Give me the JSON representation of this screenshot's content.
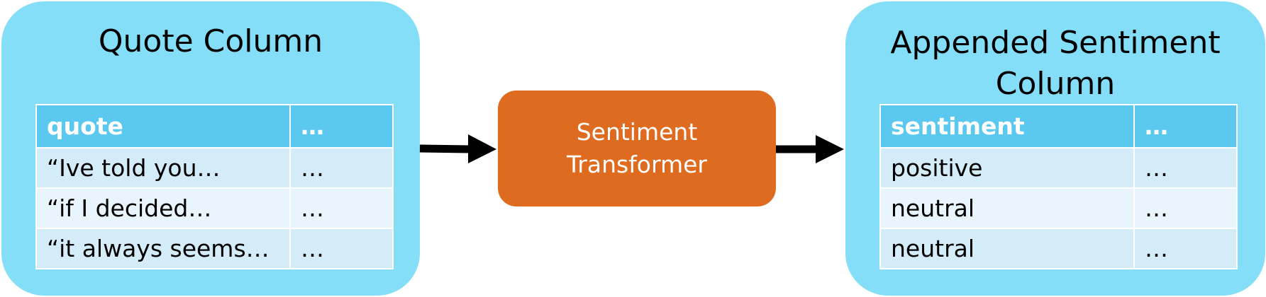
{
  "left_panel": {
    "title": "Quote Column",
    "headers": [
      "quote",
      "…"
    ],
    "rows": [
      [
        "“Ive told you…",
        "…"
      ],
      [
        "“if I decided…",
        "…"
      ],
      [
        "“it always seems…",
        "…"
      ]
    ]
  },
  "transformer": {
    "line1": "Sentiment",
    "line2": "Transformer"
  },
  "right_panel": {
    "title_line1": "Appended Sentiment",
    "title_line2": "Column",
    "headers": [
      "sentiment",
      "…"
    ],
    "rows": [
      [
        "positive",
        "…"
      ],
      [
        "neutral",
        "…"
      ],
      [
        "neutral",
        "…"
      ]
    ]
  },
  "colors": {
    "panel": "#84DEF8",
    "table_header": "#5BC8EF",
    "row_odd": "#D4ECF8",
    "row_even": "#E9F5FC",
    "transformer": "#DE6B1F",
    "arrow": "#000000"
  }
}
